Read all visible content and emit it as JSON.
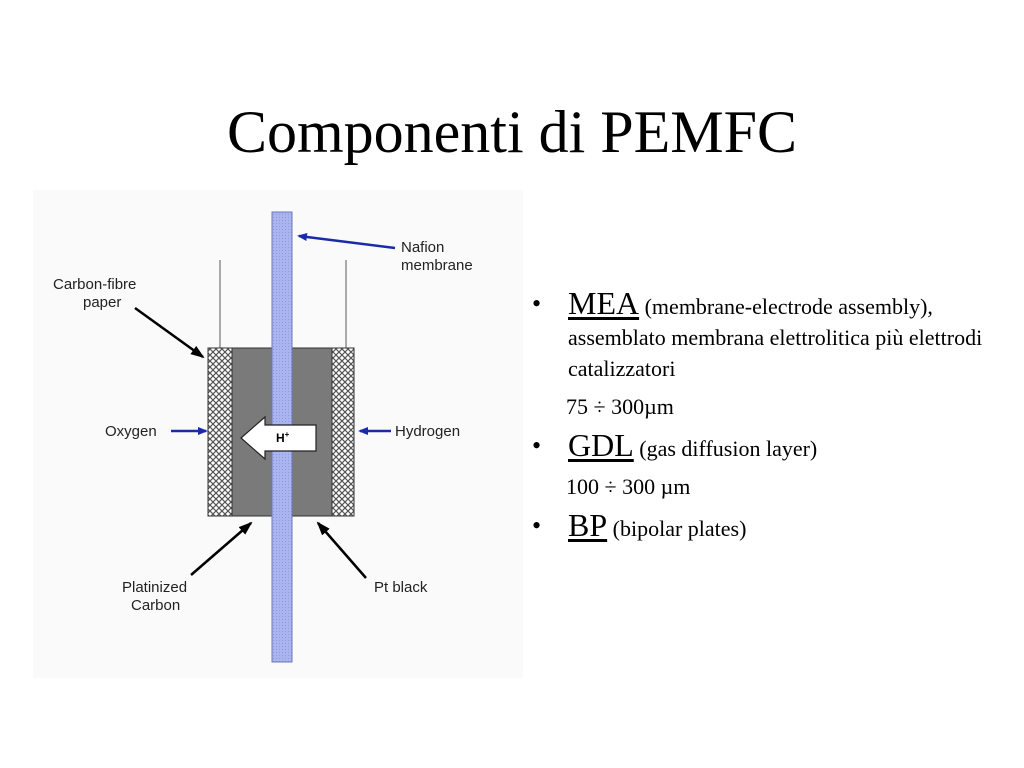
{
  "slide": {
    "title": "Componenti di PEMFC"
  },
  "diagram": {
    "labels": {
      "nafion_line1": "Nafion",
      "nafion_line2": "membrane",
      "carbon_line1": "Carbon-fibre",
      "carbon_line2": "paper",
      "oxygen": "Oxygen",
      "hydrogen": "Hydrogen",
      "proton": "H",
      "proton_sup": "+",
      "platinized_line1": "Platinized",
      "platinized_line2": "Carbon",
      "pt_black": "Pt black"
    },
    "colors": {
      "membrane": "#aab4ee",
      "electrode": "#7a7a7a",
      "gdl": "#8a8a8a",
      "arrow_blue": "#1a2aa8",
      "arrow_black": "#000000",
      "background": "#fafafa"
    }
  },
  "bullets": [
    {
      "term": "MEA",
      "desc": "(membrane-electrode assembly), assemblato membrana elettrolitica più elettrodi catalizzatori",
      "spec": "75 ÷ 300µm"
    },
    {
      "term": "GDL",
      "desc": "(gas diffusion layer)",
      "spec": "100 ÷ 300 µm"
    },
    {
      "term": "BP",
      "desc": "(bipolar plates)"
    }
  ]
}
